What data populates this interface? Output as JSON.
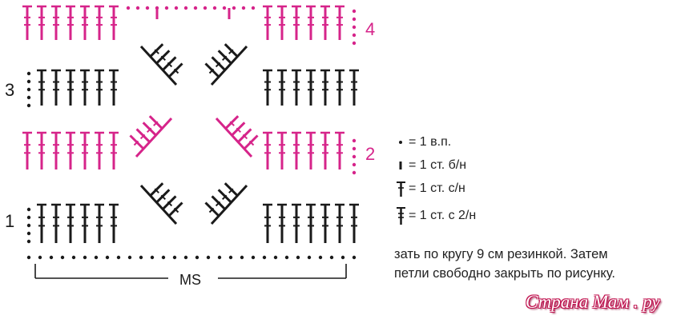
{
  "colors": {
    "black": "#1a1a1a",
    "pink": "#d6248a"
  },
  "row_labels": {
    "row1": "1",
    "row2": "2",
    "row3": "3",
    "row4": "4"
  },
  "repeat_label": "MS",
  "legend": [
    {
      "symbol": "chain-dot",
      "text": "= 1 в.п."
    },
    {
      "symbol": "single-crochet",
      "text": "= 1 ст. б/н"
    },
    {
      "symbol": "double-crochet",
      "text": "= 1 ст. с/н"
    },
    {
      "symbol": "treble-crochet",
      "text": "= 1 ст. с 2/н"
    }
  ],
  "instructions": {
    "line1": "зать по кругу 9 см резинкой. Затем",
    "line2": "петли свободно закрыть по рисунку."
  },
  "watermark": "Страна Мам . ру"
}
